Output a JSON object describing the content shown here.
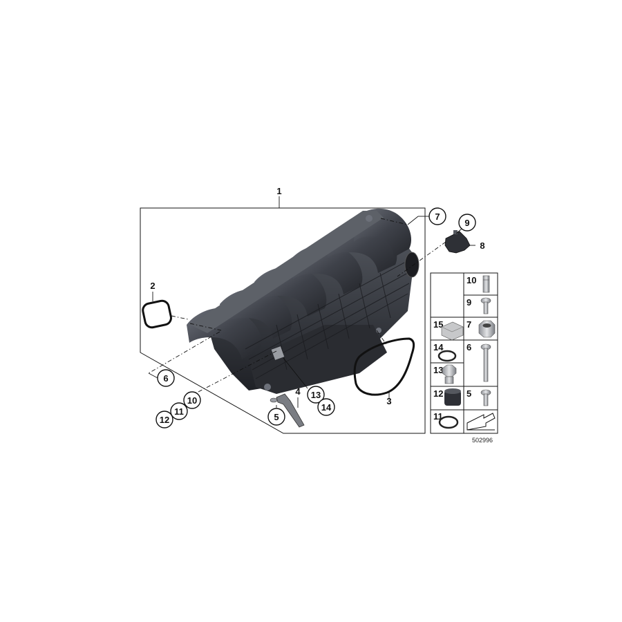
{
  "callouts": {
    "c1": "1",
    "c2": "2",
    "c3": "3",
    "c4": "4",
    "c5": "5",
    "c6": "6",
    "c7": "7",
    "c8": "8",
    "c9": "9",
    "c10": "10",
    "c11": "11",
    "c12": "12",
    "c13": "13",
    "c14": "14"
  },
  "legend": [
    {
      "left": "10",
      "right": ""
    },
    {
      "left": "9",
      "right": ""
    },
    {
      "left": "15",
      "right": "7"
    },
    {
      "left": "14",
      "right": "6"
    },
    {
      "left": "13",
      "right": ""
    },
    {
      "left": "12",
      "right": "5"
    },
    {
      "left": "11",
      "right": ""
    }
  ],
  "reference_number": "502996",
  "colors": {
    "manifold_dark": "#2e3036",
    "manifold_mid": "#4a4d55",
    "manifold_light": "#6d717a",
    "line": "#111111"
  }
}
